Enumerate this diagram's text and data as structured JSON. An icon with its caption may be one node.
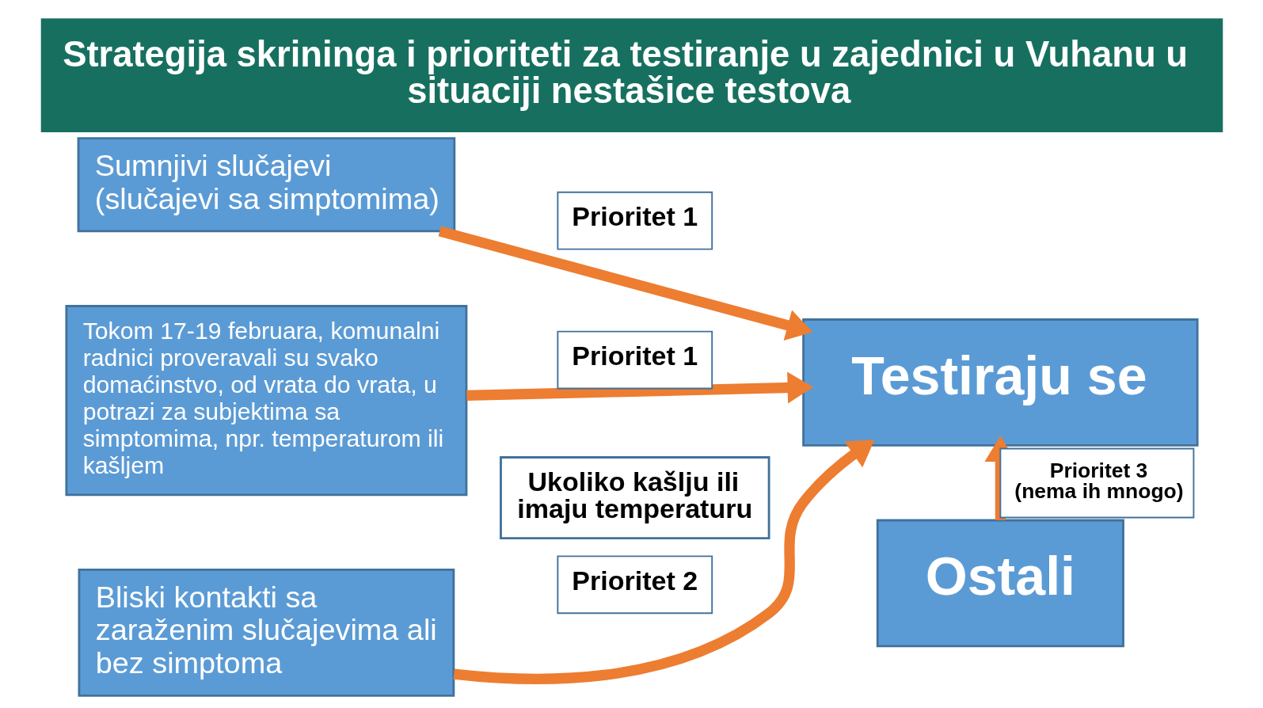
{
  "diagram": {
    "title": "Strategija skrininga i prioriteti za testiranje u zajednici u Vuhanu u situaciji nestašice testova",
    "nodes": [
      {
        "text": [
          "Sumnjivi slučajevi (slučajevi sa simptomima)"
        ]
      },
      {
        "text": [
          "Tokom 17-19 februara, komunalni radnici proveravali su svako domaćinstvo, od vrata do vrata, u potrazi za subjektima sa simptomima, npr. temperaturom ili kašljem"
        ]
      },
      {
        "text": [
          "Ukoliko kašlju ili imaju temperaturu"
        ]
      },
      {
        "text": [
          "Testiraju se"
        ]
      },
      {
        "text": [
          "Bliski kontakti sa zaraženim slučajevima ali bez simptoma"
        ]
      },
      {
        "text": [
          "Ostali"
        ]
      }
    ],
    "edges": [
      {
        "from": 0,
        "to": 3,
        "arrow": "to",
        "label": "Prioritet 1"
      },
      {
        "from": 1,
        "to": 3,
        "arrow": "to",
        "label": "Prioritet 1"
      },
      {
        "from": 4,
        "to": 3,
        "arrow": "to",
        "label": "Prioritet 2"
      },
      {
        "from": 5,
        "to": 3,
        "arrow": "to",
        "label": "Prioritet 3 (nema ih mnogo)"
      }
    ]
  }
}
